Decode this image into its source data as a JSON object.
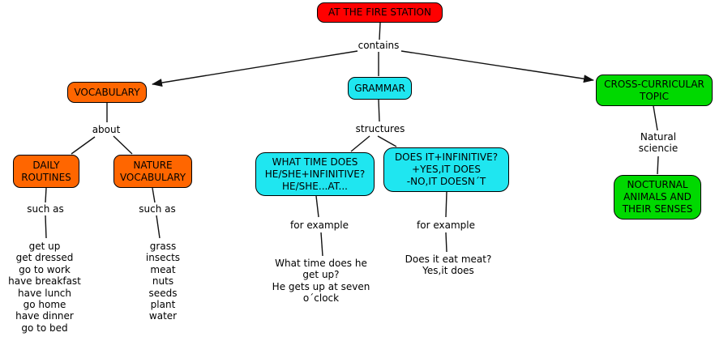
{
  "title": "AT THE FIRE STATION concept map",
  "colors": {
    "background": "#ffffff",
    "root_bg": "#ff0000",
    "vocab_bg": "#ff6600",
    "grammar_bg": "#1fe6f0",
    "topic_bg": "#00d900",
    "border": "#000000",
    "line": "#111111",
    "text": "#000000"
  },
  "nodes": {
    "root": {
      "label": "AT THE FIRE STATION"
    },
    "vocabulary": {
      "label": "VOCABULARY"
    },
    "daily_routines": {
      "label": "DAILY\nROUTINES"
    },
    "nature_vocabulary": {
      "label": "NATURE\nVOCABULARY"
    },
    "grammar": {
      "label": "GRAMMAR"
    },
    "what_time_structure": {
      "label": "WHAT TIME DOES\nHE/SHE+INFINITIVE?\nHE/SHE...AT..."
    },
    "does_it_structure": {
      "label": "DOES IT+INFINITIVE?\n+YES,IT DOES\n-NO,IT DOESN´T"
    },
    "cross_curricular_topic": {
      "label": "CROSS-CURRICULAR\nTOPIC"
    },
    "nocturnal_animals": {
      "label": "NOCTURNAL\nANIMALS AND\nTHEIR SENSES"
    }
  },
  "link_phrases": {
    "contains": "contains",
    "about": "about",
    "such_as_daily": "such as",
    "such_as_nature": "such as",
    "structures": "structures",
    "for_example_time": "for example",
    "for_example_does": "for example",
    "natural_science": "Natural\nsciencie"
  },
  "lists": {
    "daily_routine_items": [
      "get up",
      "get dressed",
      "go to work",
      "have breakfast",
      "have lunch",
      "go home",
      "have dinner",
      "go to bed"
    ],
    "nature_vocabulary_items": [
      "grass",
      "insects",
      "meat",
      "nuts",
      "seeds",
      "plant",
      "water"
    ]
  },
  "examples": {
    "what_time_example": "What time does he\nget up?\nHe gets up at seven\no´clock",
    "does_it_example": "Does it eat meat?\nYes,it does"
  }
}
